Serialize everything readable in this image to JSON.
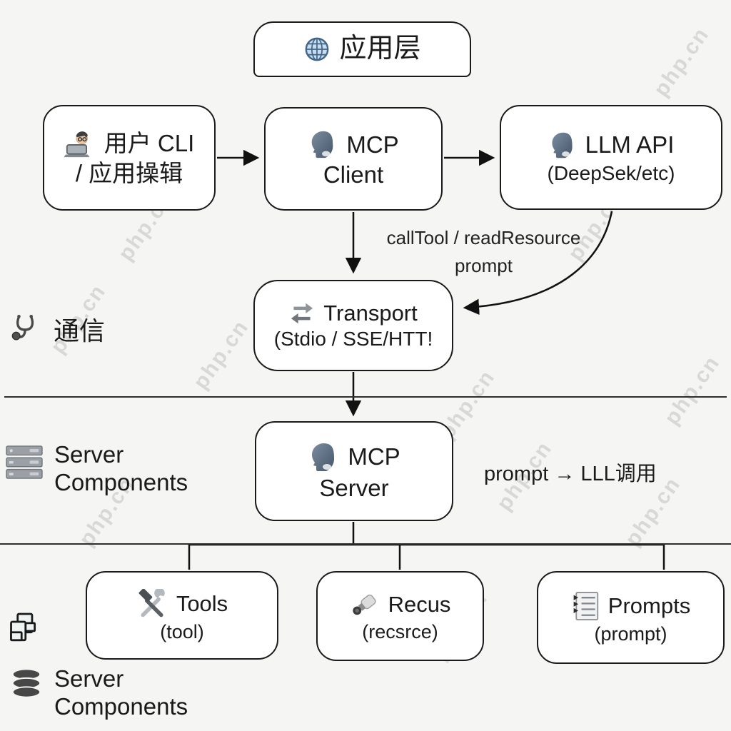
{
  "watermark": "php.cn",
  "nodes": {
    "app_layer": {
      "label": "应用层"
    },
    "user_cli": {
      "line1": "用户 CLI",
      "line2": "/ 应用操辑"
    },
    "mcp_client": {
      "line1": "MCP",
      "line2": "Client"
    },
    "llm_api": {
      "line1": "LLM API",
      "line2": "(DeepSek/etc)"
    },
    "transport": {
      "line1": "Transport",
      "line2": "(Stdio / SSE/HTT!"
    },
    "mcp_server": {
      "line1": "MCP",
      "line2": "Server"
    },
    "tools": {
      "line1": "Tools",
      "line2": "(tool)"
    },
    "resources": {
      "line1": "Recus",
      "line2": "(recsrce)"
    },
    "prompts": {
      "line1": "Prompts",
      "line2": "(prompt)"
    }
  },
  "labels": {
    "edge_call": "callTool / readResource",
    "edge_prompt": "prompt",
    "communication": "通信",
    "server_components_mid": {
      "line1": "Server",
      "line2": "Components"
    },
    "server_components_bottom": {
      "line1": "Server",
      "line2": "Components"
    },
    "prompt_note": "prompt → LLL调用"
  },
  "colors": {
    "background": "#f5f5f4",
    "box_background": "#ffffff",
    "box_border": "#1a1a1a",
    "head_icon": "#5f7183",
    "globe_icon": "#41658a",
    "watermark": "#969696"
  }
}
